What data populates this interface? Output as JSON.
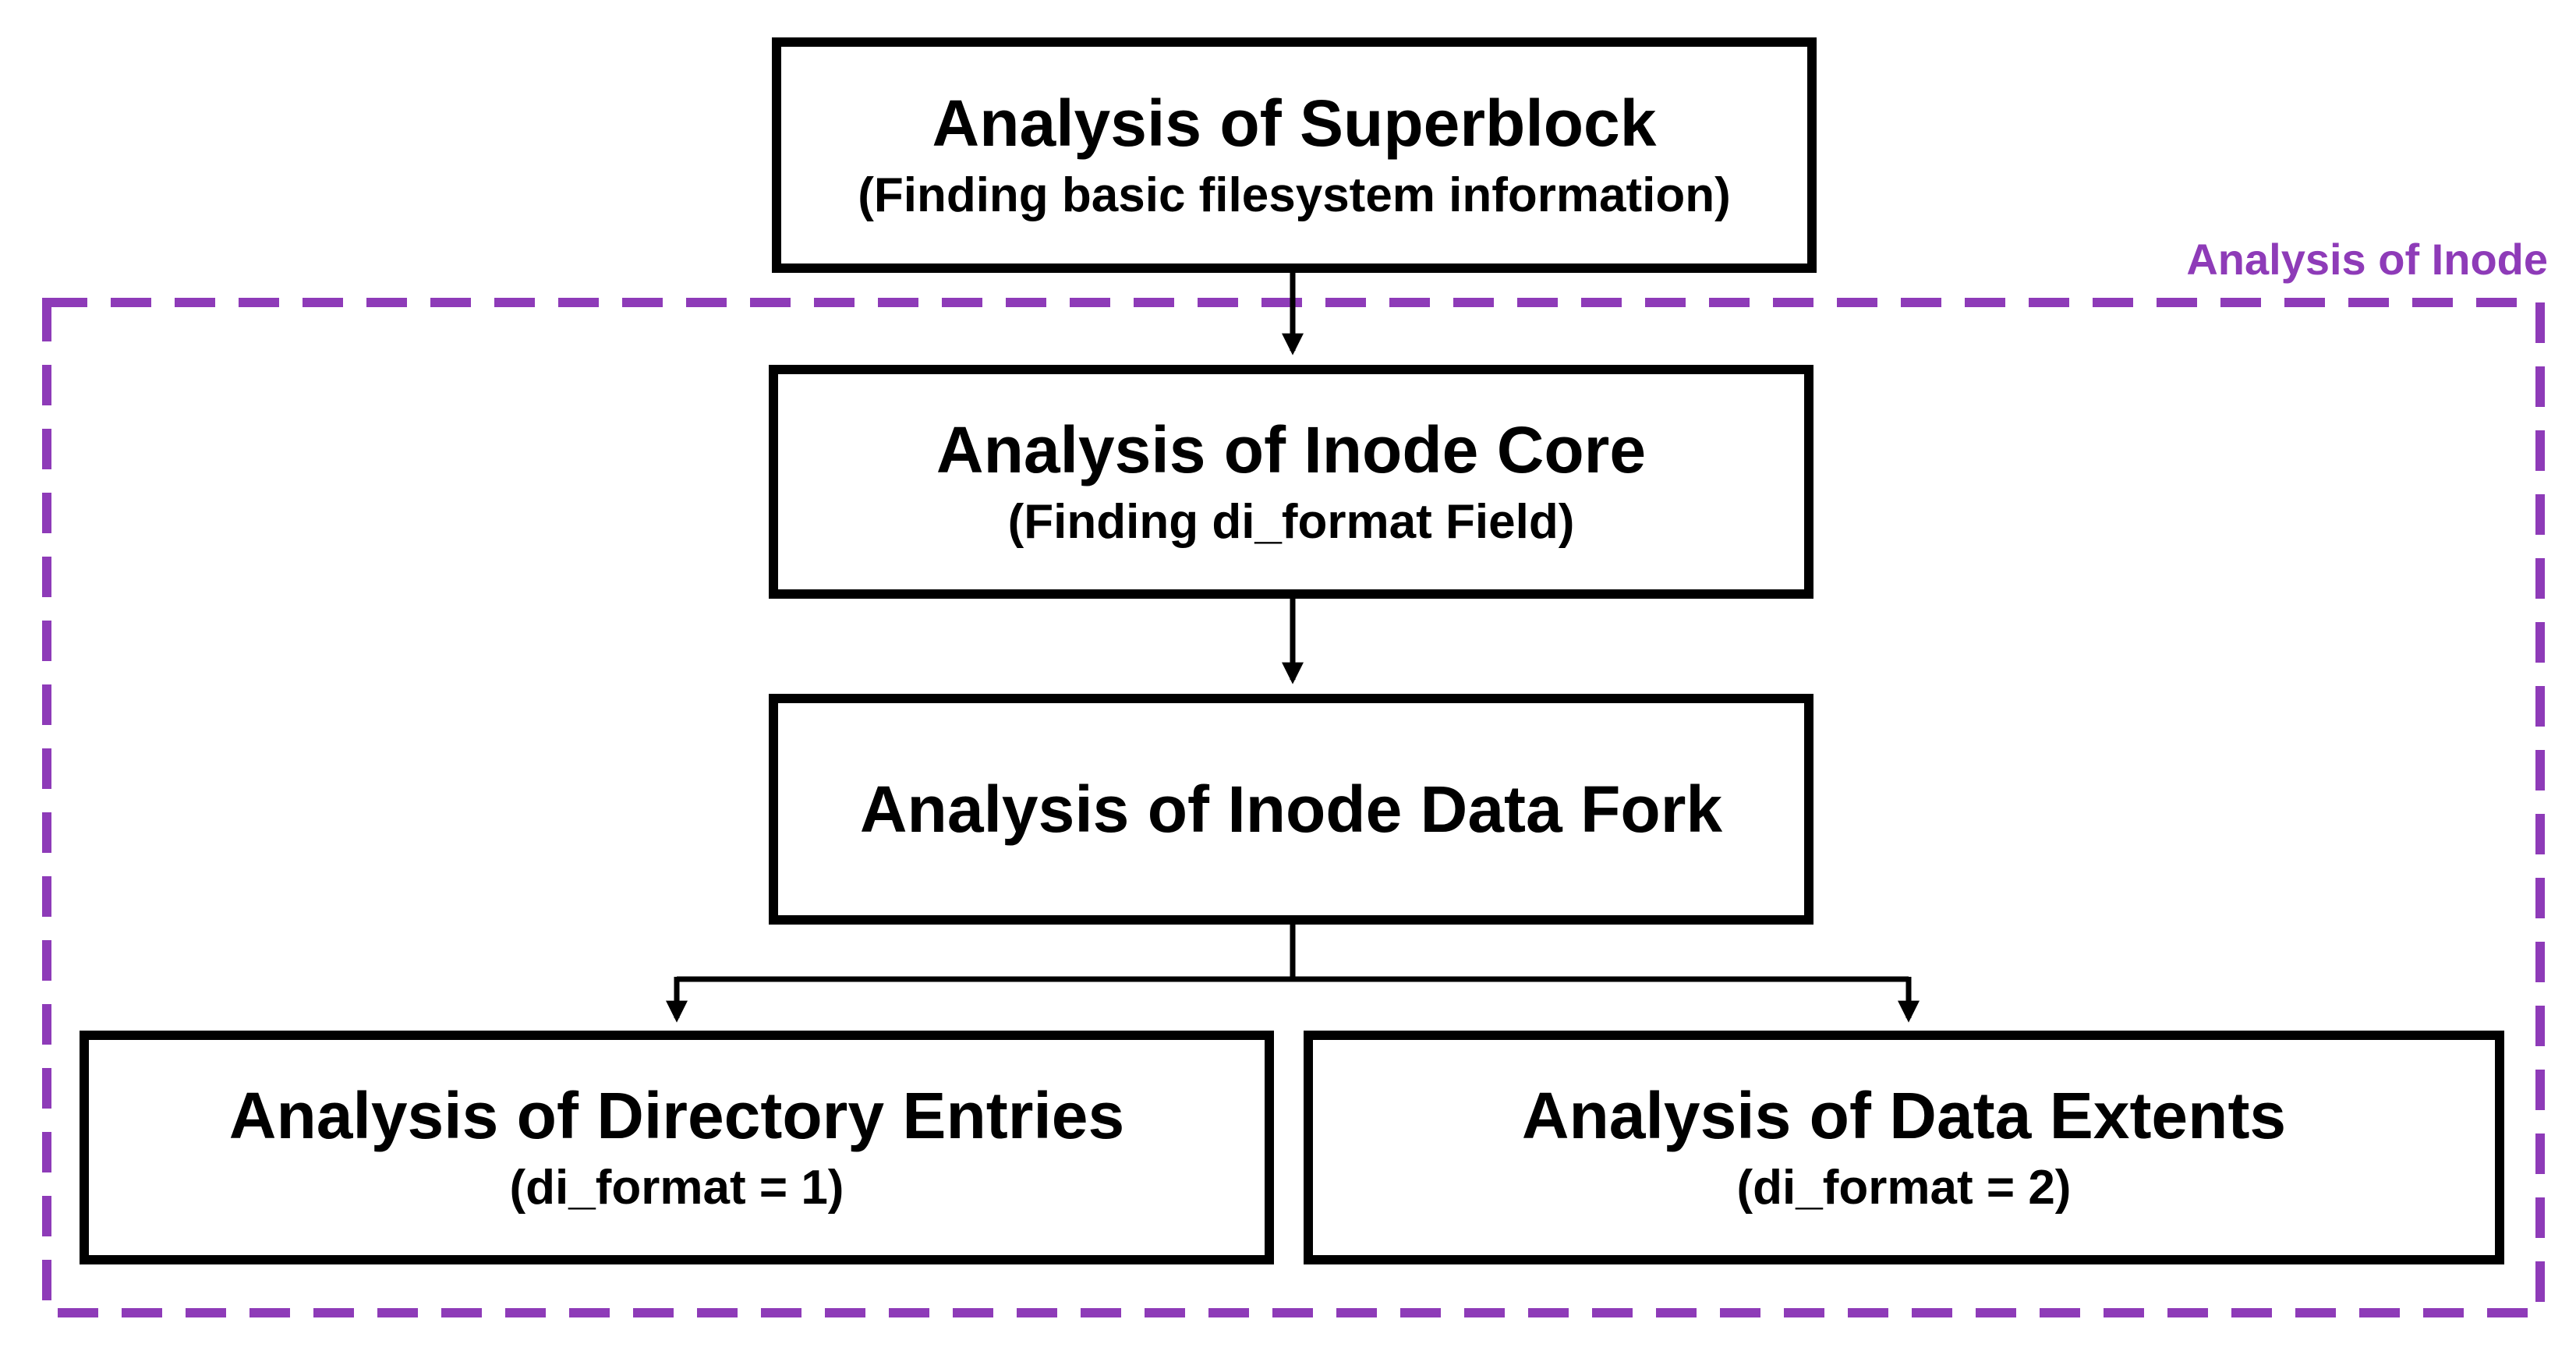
{
  "diagram": {
    "group": {
      "label": "Analysis of Inode",
      "color": "#8e3bb8"
    },
    "nodes": {
      "superblock": {
        "title": "Analysis of Superblock",
        "subtitle": "(Finding basic filesystem information)"
      },
      "inode_core": {
        "title": "Analysis of Inode Core",
        "subtitle": "(Finding di_format Field)"
      },
      "data_fork": {
        "title": "Analysis of Inode Data Fork"
      },
      "directory_entries": {
        "title": "Analysis of Directory Entries",
        "subtitle": "(di_format = 1)"
      },
      "data_extents": {
        "title": "Analysis of Data Extents",
        "subtitle": "(di_format = 2)"
      }
    },
    "edges": [
      {
        "from": "superblock",
        "to": "inode_core"
      },
      {
        "from": "inode_core",
        "to": "data_fork"
      },
      {
        "from": "data_fork",
        "to": "directory_entries"
      },
      {
        "from": "data_fork",
        "to": "data_extents"
      }
    ]
  }
}
